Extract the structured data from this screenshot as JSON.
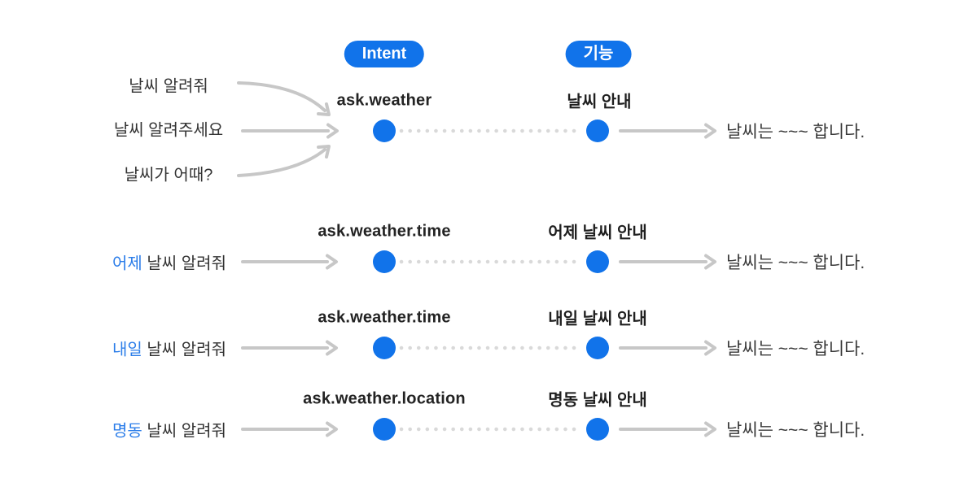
{
  "header": {
    "intent_badge": "Intent",
    "function_badge": "기능"
  },
  "colors": {
    "accent": "#1173ea",
    "highlight_text": "#2b7de9",
    "arrow_gray": "#c7c7c7",
    "dotted_line_gray": "#d9d9d9",
    "text": "#2e2e2e"
  },
  "flows": [
    {
      "utterances": [
        "날씨 알려줘",
        "날씨 알려주세요",
        "날씨가 어때?"
      ],
      "intent": "ask.weather",
      "function": "날씨 안내",
      "response": "날씨는 ~~~ 합니다."
    },
    {
      "highlight": "어제",
      "utterance": "날씨 알려줘",
      "intent": "ask.weather.time",
      "function": "어제 날씨 안내",
      "response": "날씨는 ~~~ 합니다."
    },
    {
      "highlight": "내일",
      "utterance": "날씨 알려줘",
      "intent": "ask.weather.time",
      "function": "내일 날씨 안내",
      "response": "날씨는 ~~~ 합니다."
    },
    {
      "highlight": "명동",
      "utterance": "날씨 알려줘",
      "intent": "ask.weather.location",
      "function": "명동 날씨 안내",
      "response": "날씨는 ~~~ 합니다."
    }
  ]
}
